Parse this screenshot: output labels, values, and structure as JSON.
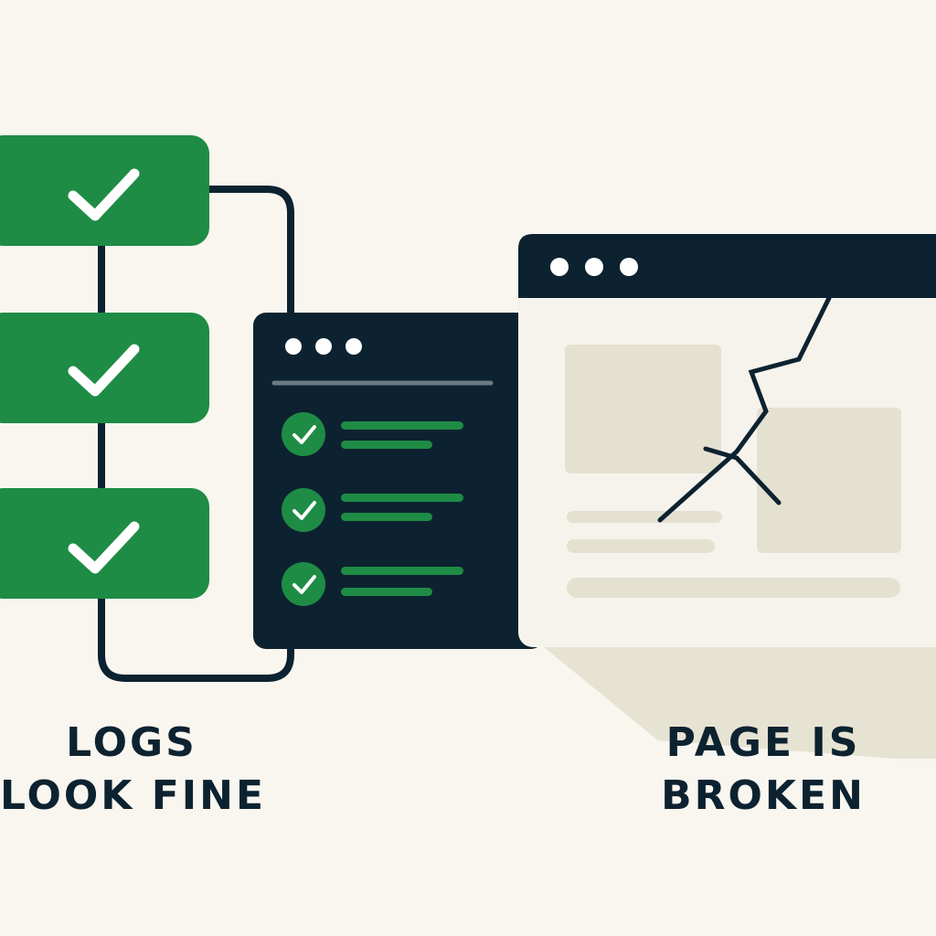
{
  "colors": {
    "background": "#f8f6ef",
    "green": "#1e8c45",
    "dark": "#0d2230",
    "check": "#ffffff",
    "placeholder": "#e5e1d1",
    "page_bg": "#f5f3ec",
    "shadow": "#e7e3d3",
    "connector": "#0d2230"
  },
  "icons": {
    "check": "check-icon",
    "window_dot": "window-dot-icon",
    "crack": "crack-icon"
  },
  "captions": {
    "left_line1": "LOGS",
    "left_line2": "LOOK FINE",
    "right_line1": "PAGE IS",
    "right_line2": "BROKEN"
  }
}
